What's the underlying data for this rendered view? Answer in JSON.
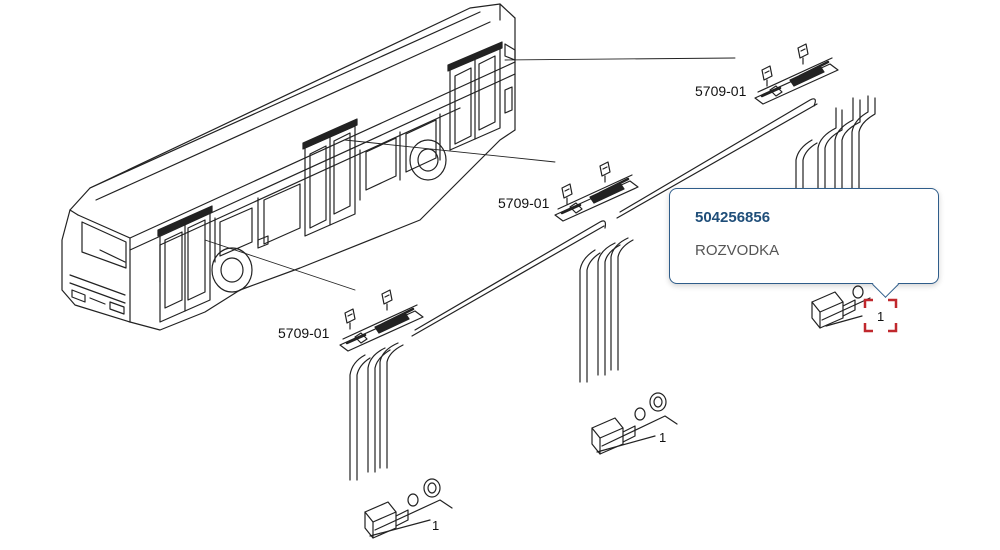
{
  "callouts": {
    "assembly_label_top": "5709-01",
    "assembly_label_middle": "5709-01",
    "assembly_label_bottom": "5709-01",
    "item_left": "1",
    "item_middle": "1",
    "item_right": "1"
  },
  "tooltip": {
    "part_number": "504256856",
    "description": "ROZVODKA"
  },
  "colors": {
    "line": "#222222",
    "tooltip_border": "#2f5d8a",
    "part_number": "#1f4e79",
    "hotspot": "#c0282d"
  }
}
